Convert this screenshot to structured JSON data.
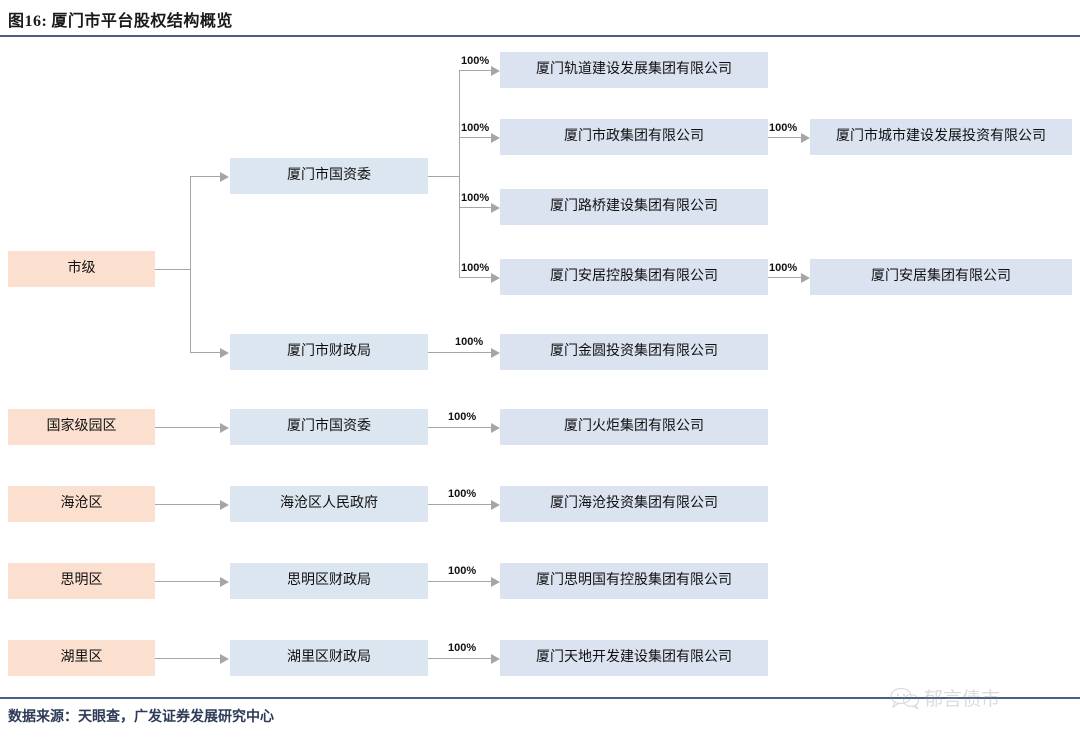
{
  "header": {
    "figure_number": "图16:",
    "title": "厦门市平台股权结构概览"
  },
  "footer": {
    "source": "数据来源：天眼查，广发证券发展研究中心",
    "watermark": "郁言债市"
  },
  "colors": {
    "rule": "#4a5f86",
    "level_box": "#fbe0d0",
    "org_box": "#dce6f1",
    "corp_box": "#dbe3f0",
    "connector": "#a6a6a6"
  },
  "levels": [
    {
      "label": "市级"
    },
    {
      "label": "国家级园区"
    },
    {
      "label": "海沧区"
    },
    {
      "label": "思明区"
    },
    {
      "label": "湖里区"
    }
  ],
  "orgs": [
    {
      "label": "厦门市国资委"
    },
    {
      "label": "厦门市财政局"
    },
    {
      "label": "厦门市国资委"
    },
    {
      "label": "海沧区人民政府"
    },
    {
      "label": "思明区财政局"
    },
    {
      "label": "湖里区财政局"
    }
  ],
  "corps": [
    {
      "label": "厦门轨道建设发展集团有限公司"
    },
    {
      "label": "厦门市政集团有限公司"
    },
    {
      "label": "厦门路桥建设集团有限公司"
    },
    {
      "label": "厦门安居控股集团有限公司"
    },
    {
      "label": "厦门金圆投资集团有限公司"
    },
    {
      "label": "厦门火炬集团有限公司"
    },
    {
      "label": "厦门海沧投资集团有限公司"
    },
    {
      "label": "厦门思明国有控股集团有限公司"
    },
    {
      "label": "厦门天地开发建设集团有限公司"
    }
  ],
  "subsidiaries": [
    {
      "label": "厦门市城市建设发展投资有限公司"
    },
    {
      "label": "厦门安居集团有限公司"
    }
  ],
  "stakes": {
    "s1": "100%",
    "s2": "100%",
    "s3": "100%",
    "s4": "100%",
    "s5": "100%",
    "s6": "100%",
    "s7": "100%",
    "s8": "100%",
    "s9": "100%",
    "s10": "100%",
    "s11": "100%"
  }
}
